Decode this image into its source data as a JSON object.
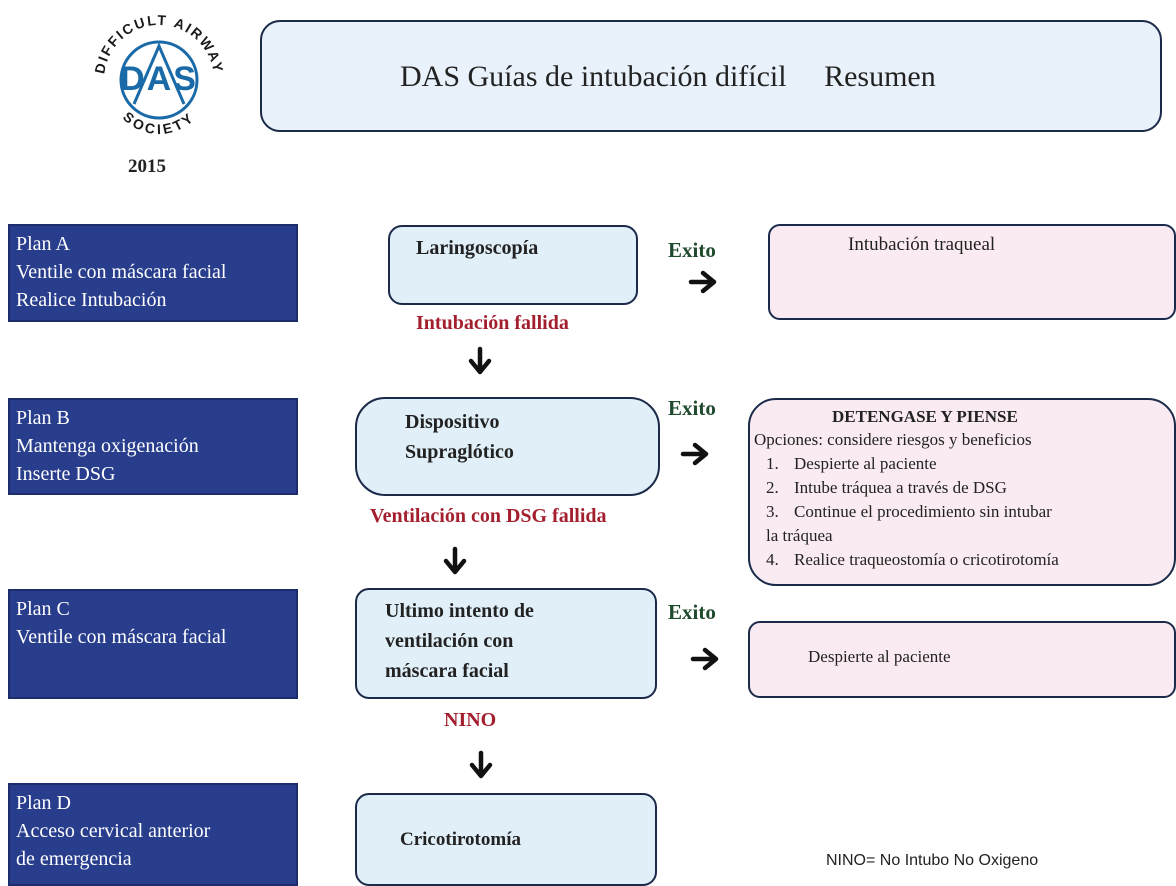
{
  "header": {
    "logo_text_top": "DIFFICULT AIRWAY",
    "logo_text_center": "DAS",
    "logo_text_bottom": "SOCIETY",
    "year": "2015",
    "title": "DAS Guías de intubación difícil     Resumen"
  },
  "plans": [
    {
      "lines": [
        "Plan A",
        "Ventile con máscara facial",
        "Realice Intubación"
      ]
    },
    {
      "lines": [
        "Plan B",
        "Mantenga oxigenación",
        "Inserte DSG"
      ]
    },
    {
      "lines": [
        "Plan C",
        "Ventile con máscara facial"
      ]
    },
    {
      "lines": [
        "Plan D",
        "Acceso cervical anterior",
        "de emergencia"
      ]
    }
  ],
  "steps": [
    {
      "lines": [
        "Laringoscopía"
      ]
    },
    {
      "lines": [
        "Dispositivo",
        "Supraglótico"
      ]
    },
    {
      "lines": [
        "Ultimo intento de",
        "ventilación con",
        "máscara facial"
      ]
    },
    {
      "lines": [
        "Cricotirotomía"
      ]
    }
  ],
  "failures": [
    "Intubación fallida",
    "Ventilación con DSG fallida",
    "NINO"
  ],
  "success_label": "Exito",
  "outcomes": {
    "a": "Intubación traqueal",
    "b": {
      "heading": "DETENGASE Y PIENSE",
      "subheading": "Opciones: considere riesgos y beneficios",
      "options": [
        {
          "num": "1.",
          "text": "Despierte al paciente"
        },
        {
          "num": "2.",
          "text": "Intube tráquea a través de DSG"
        },
        {
          "num": "3.",
          "text": "Continue el procedimiento sin intubar"
        },
        {
          "num": "",
          "text": "la tráquea"
        },
        {
          "num": "4.",
          "text": "Realice traqueostomía o cricotirotomía"
        }
      ]
    },
    "c": "Despierte al paciente"
  },
  "footnote": "NINO= No Intubo No Oxigeno",
  "colors": {
    "plan_box": "#283d8c",
    "step_box": "#e1eff9",
    "outcome_box": "#faebf2",
    "failure_text": "#a41f2e",
    "success_text": "#1f4a2e"
  }
}
